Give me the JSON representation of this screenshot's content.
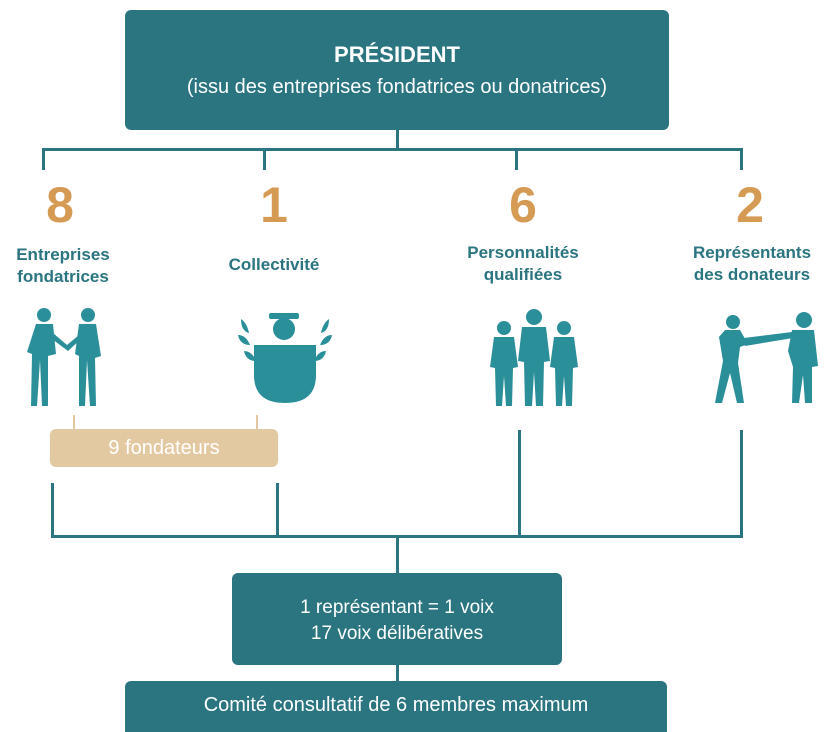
{
  "president": {
    "title": "PRÉSIDENT",
    "subtitle": "(issu des entreprises fondatrices ou donatrices)"
  },
  "groups": [
    {
      "count": "8",
      "label_line1": "Entreprises",
      "label_line2": "fondatrices",
      "icon": "handshake-icon"
    },
    {
      "count": "1",
      "label_line1": "Collectivité",
      "label_line2": "",
      "icon": "laurel-person-icon"
    },
    {
      "count": "6",
      "label_line1": "Personnalités",
      "label_line2": "qualifiées",
      "icon": "three-people-icon"
    },
    {
      "count": "2",
      "label_line1": "Représentants",
      "label_line2": "des donateurs",
      "icon": "giving-hands-icon"
    }
  ],
  "fondateurs_label": "9 fondateurs",
  "votes": {
    "line1": "1 représentant = 1 voix",
    "line2": "17 voix délibératives"
  },
  "comite": "Comité consultatif de 6 membres maximum",
  "colors": {
    "teal": "#2a7580",
    "icon_teal": "#2b8f9a",
    "gold": "#d59b55",
    "sand": "#e2c9a1"
  }
}
